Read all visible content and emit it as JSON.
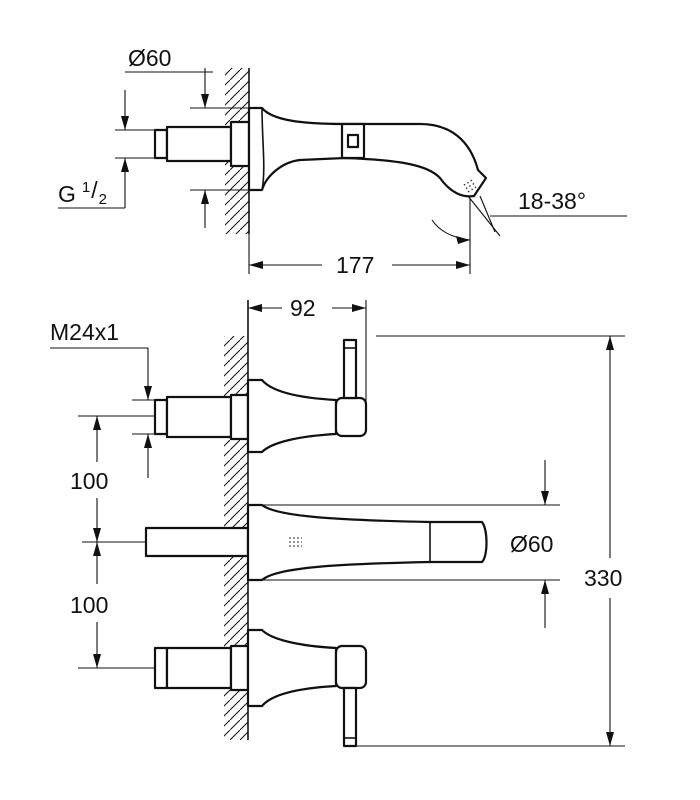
{
  "dimensions": {
    "outlet_diameter": "Ø60",
    "thread_g_main": "G",
    "thread_g_num": "1",
    "thread_g_den": "2",
    "swivel_angle": "18-38°",
    "projection_spout": "177",
    "projection_handle": "92",
    "connection_thread": "M24x1",
    "spacing_upper": "100",
    "spacing_lower": "100",
    "spout_diameter": "Ø60",
    "total_height": "330"
  }
}
